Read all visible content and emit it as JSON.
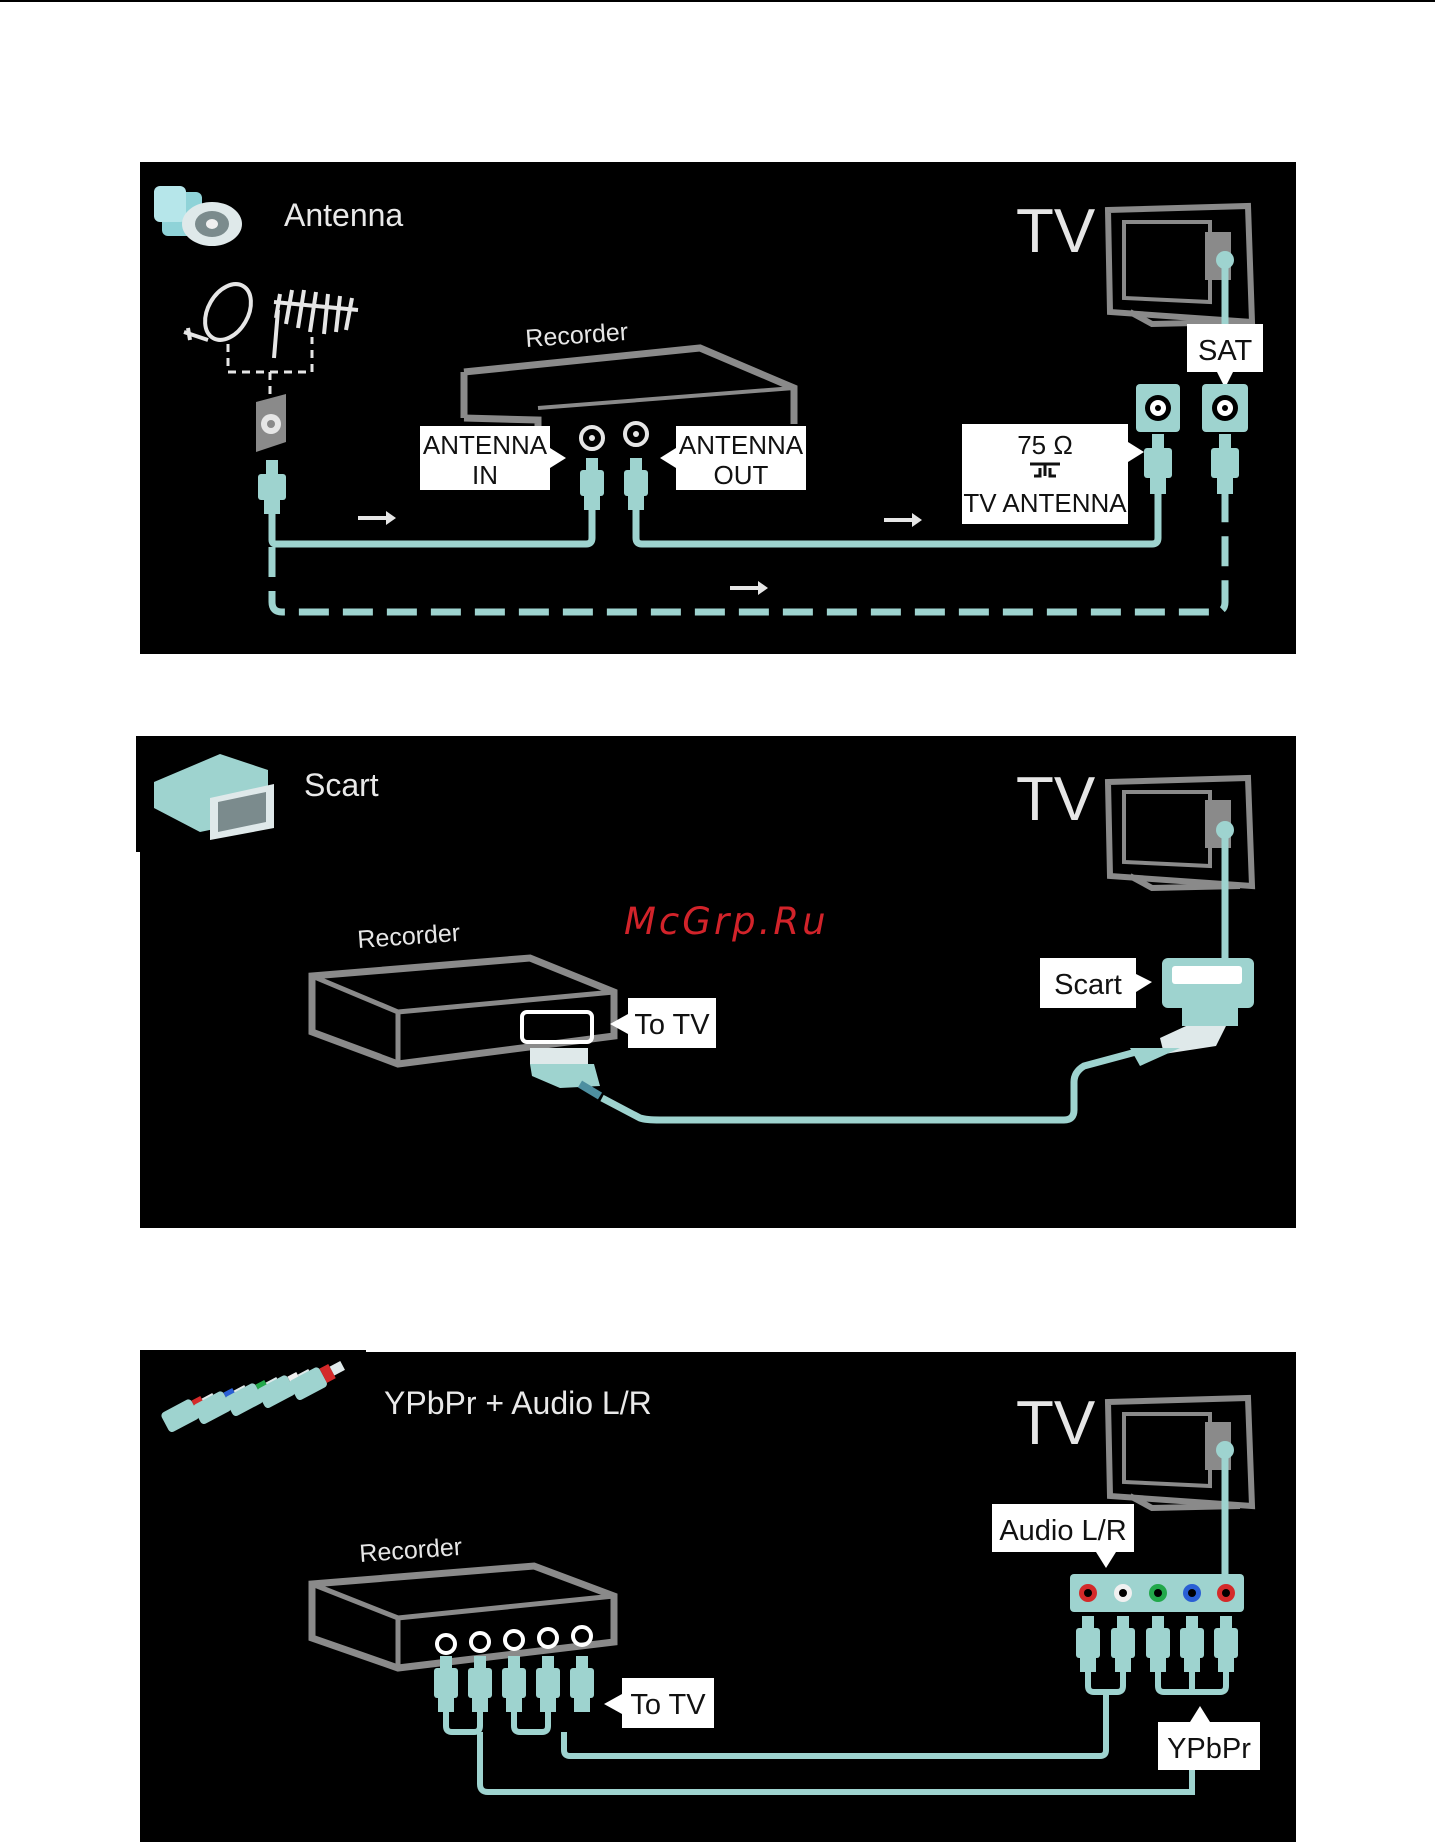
{
  "watermark": "McGrp.Ru",
  "antenna": {
    "title": "Antenna",
    "tv": "TV",
    "recorder": "Recorder",
    "antenna_in_line1": "ANTENNA",
    "antenna_in_line2": "IN",
    "antenna_out_line1": "ANTENNA",
    "antenna_out_line2": "OUT",
    "impedance": "75 Ω",
    "tv_antenna": "TV ANTENNA",
    "sat": "SAT"
  },
  "scart": {
    "title": "Scart",
    "tv": "TV",
    "recorder": "Recorder",
    "to_tv": "To TV",
    "scart_label": "Scart"
  },
  "ypbpr": {
    "title": "YPbPr + Audio L/R",
    "tv": "TV",
    "recorder": "Recorder",
    "to_tv": "To TV",
    "audio_label": "Audio L/R",
    "ypbpr_label": "YPbPr",
    "jack_colors": [
      "#d42a2a",
      "#f0f0f0",
      "#22a84a",
      "#2a5fd4",
      "#d42a2a"
    ]
  },
  "colors": {
    "cable": "#9ed3cf",
    "device_stroke": "#8a8a8a",
    "panel_bg": "#000000"
  }
}
